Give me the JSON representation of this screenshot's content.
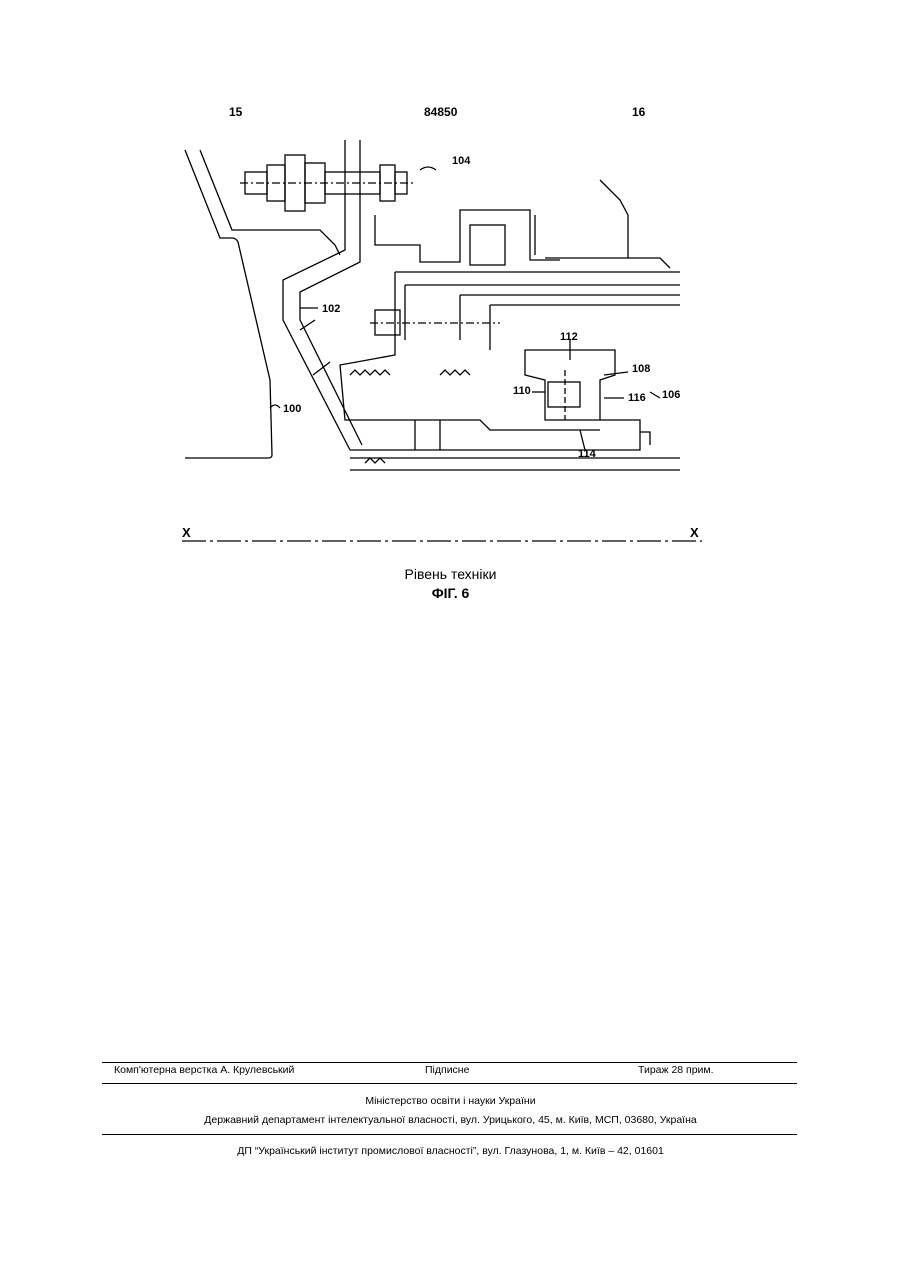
{
  "header": {
    "page_left": "15",
    "patent_number": "84850",
    "page_right": "16"
  },
  "figure": {
    "labels": {
      "l104": "104",
      "l102": "102",
      "l112": "112",
      "l108": "108",
      "l110": "110",
      "l116": "116",
      "l106": "106",
      "l100": "100",
      "l114": "114",
      "axis_left": "X",
      "axis_right": "X"
    },
    "caption_line1": "Рівень техніки",
    "caption_line2": "ФІГ. 6"
  },
  "footer": {
    "layout": "Комп'ютерна верстка А. Крулевський",
    "signed": "Підписне",
    "circulation": "Тираж 28 прим.",
    "ministry": "Міністерство освіти і науки України",
    "department": "Державний департамент інтелектуальної власності, вул. Урицького, 45, м. Київ, МСП, 03680, Україна",
    "institute": "ДП “Український інститут промислової власності”, вул. Глазунова, 1, м. Київ – 42, 01601"
  }
}
